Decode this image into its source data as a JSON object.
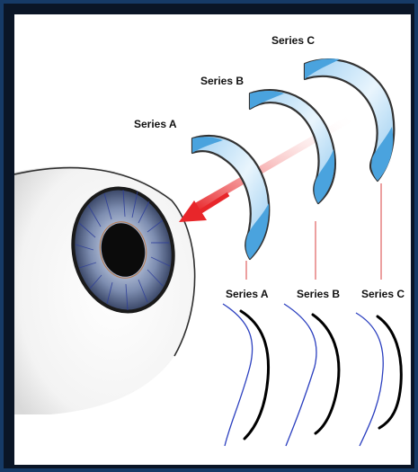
{
  "labels": {
    "top": {
      "a": "Series A",
      "b": "Series B",
      "c": "Series C"
    },
    "bottom": {
      "a": "Series A",
      "b": "Series B",
      "c": "Series C"
    }
  },
  "colors": {
    "frame": "#0a1526",
    "frame_border": "#163a66",
    "arrow": "#e8262a",
    "lens_fill": "#b9dcf4",
    "lens_edge": "#3a3a3a",
    "leader_line": "#e06060",
    "cornea_profile": "#2b3fbf",
    "lens_profile": "#000000",
    "iris": "#6a7a9e",
    "pupil": "#0b0b0b"
  },
  "icons": {
    "eye": "eye-illustration",
    "arrow": "arrow-left-down"
  }
}
